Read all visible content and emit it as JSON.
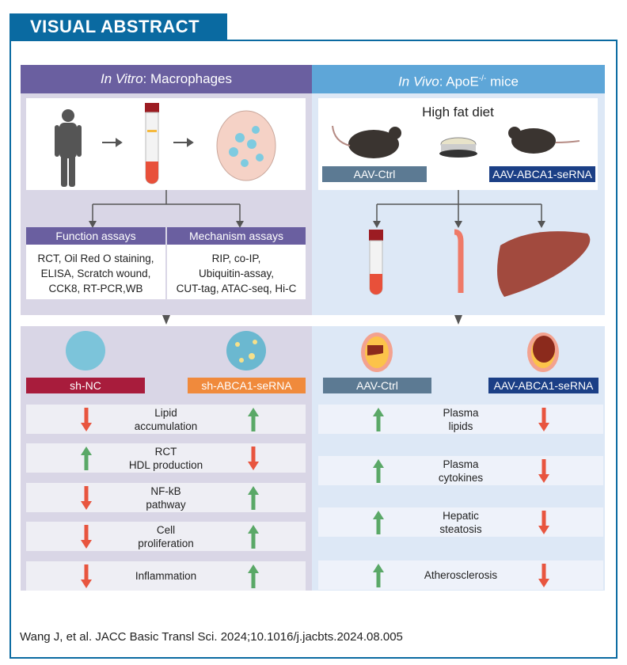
{
  "tab_title": "VISUAL ABSTRACT",
  "in_vitro": {
    "title_italic": "In Vitro",
    "title_rest": ": Macrophages",
    "function_assays": {
      "title": "Function assays",
      "lines": [
        "RCT, Oil Red O staining,",
        "ELISA, Scratch wound,",
        "CCK8, RT-PCR,WB"
      ]
    },
    "mechanism_assays": {
      "title": "Mechanism assays",
      "lines": [
        "RIP, co-IP,",
        "Ubiquitin-assay,",
        "CUT-tag, ATAC-seq, Hi-C"
      ]
    },
    "group_a": "sh-NC",
    "group_b": "sh-ABCA1-seRNA",
    "outcomes": [
      {
        "l1": "Lipid",
        "l2": "accumulation",
        "a": "down",
        "b": "up"
      },
      {
        "l1": "RCT",
        "l2": "HDL production",
        "a": "up",
        "b": "down"
      },
      {
        "l1": "NF-kB",
        "l2": "pathway",
        "a": "down",
        "b": "up"
      },
      {
        "l1": "Cell",
        "l2": "proliferation",
        "a": "down",
        "b": "up"
      },
      {
        "l1": "Inflammation",
        "l2": "",
        "a": "down",
        "b": "up"
      }
    ]
  },
  "in_vivo": {
    "title_italic": "In Vivo",
    "title_rest": ": ApoE",
    "superscript": "-/-",
    "title_tail": " mice",
    "diet": "High fat diet",
    "group_a": "AAV-Ctrl",
    "group_b": "AAV-ABCA1-seRNA",
    "outcomes": [
      {
        "l1": "Plasma",
        "l2": "lipids",
        "a": "up",
        "b": "down"
      },
      {
        "l1": "Plasma",
        "l2": "cytokines",
        "a": "up",
        "b": "down"
      },
      {
        "l1": "Hepatic",
        "l2": "steatosis",
        "a": "up",
        "b": "down"
      },
      {
        "l1": "Atherosclerosis",
        "l2": "",
        "a": "up",
        "b": "down"
      }
    ]
  },
  "colors": {
    "up": "#5aa867",
    "down": "#e8553f",
    "purple": "#6a5fa0",
    "blue": "#5ea6d8"
  },
  "citation": "Wang J, et al. JACC Basic Transl Sci. 2024;10.1016/j.jacbts.2024.08.005"
}
